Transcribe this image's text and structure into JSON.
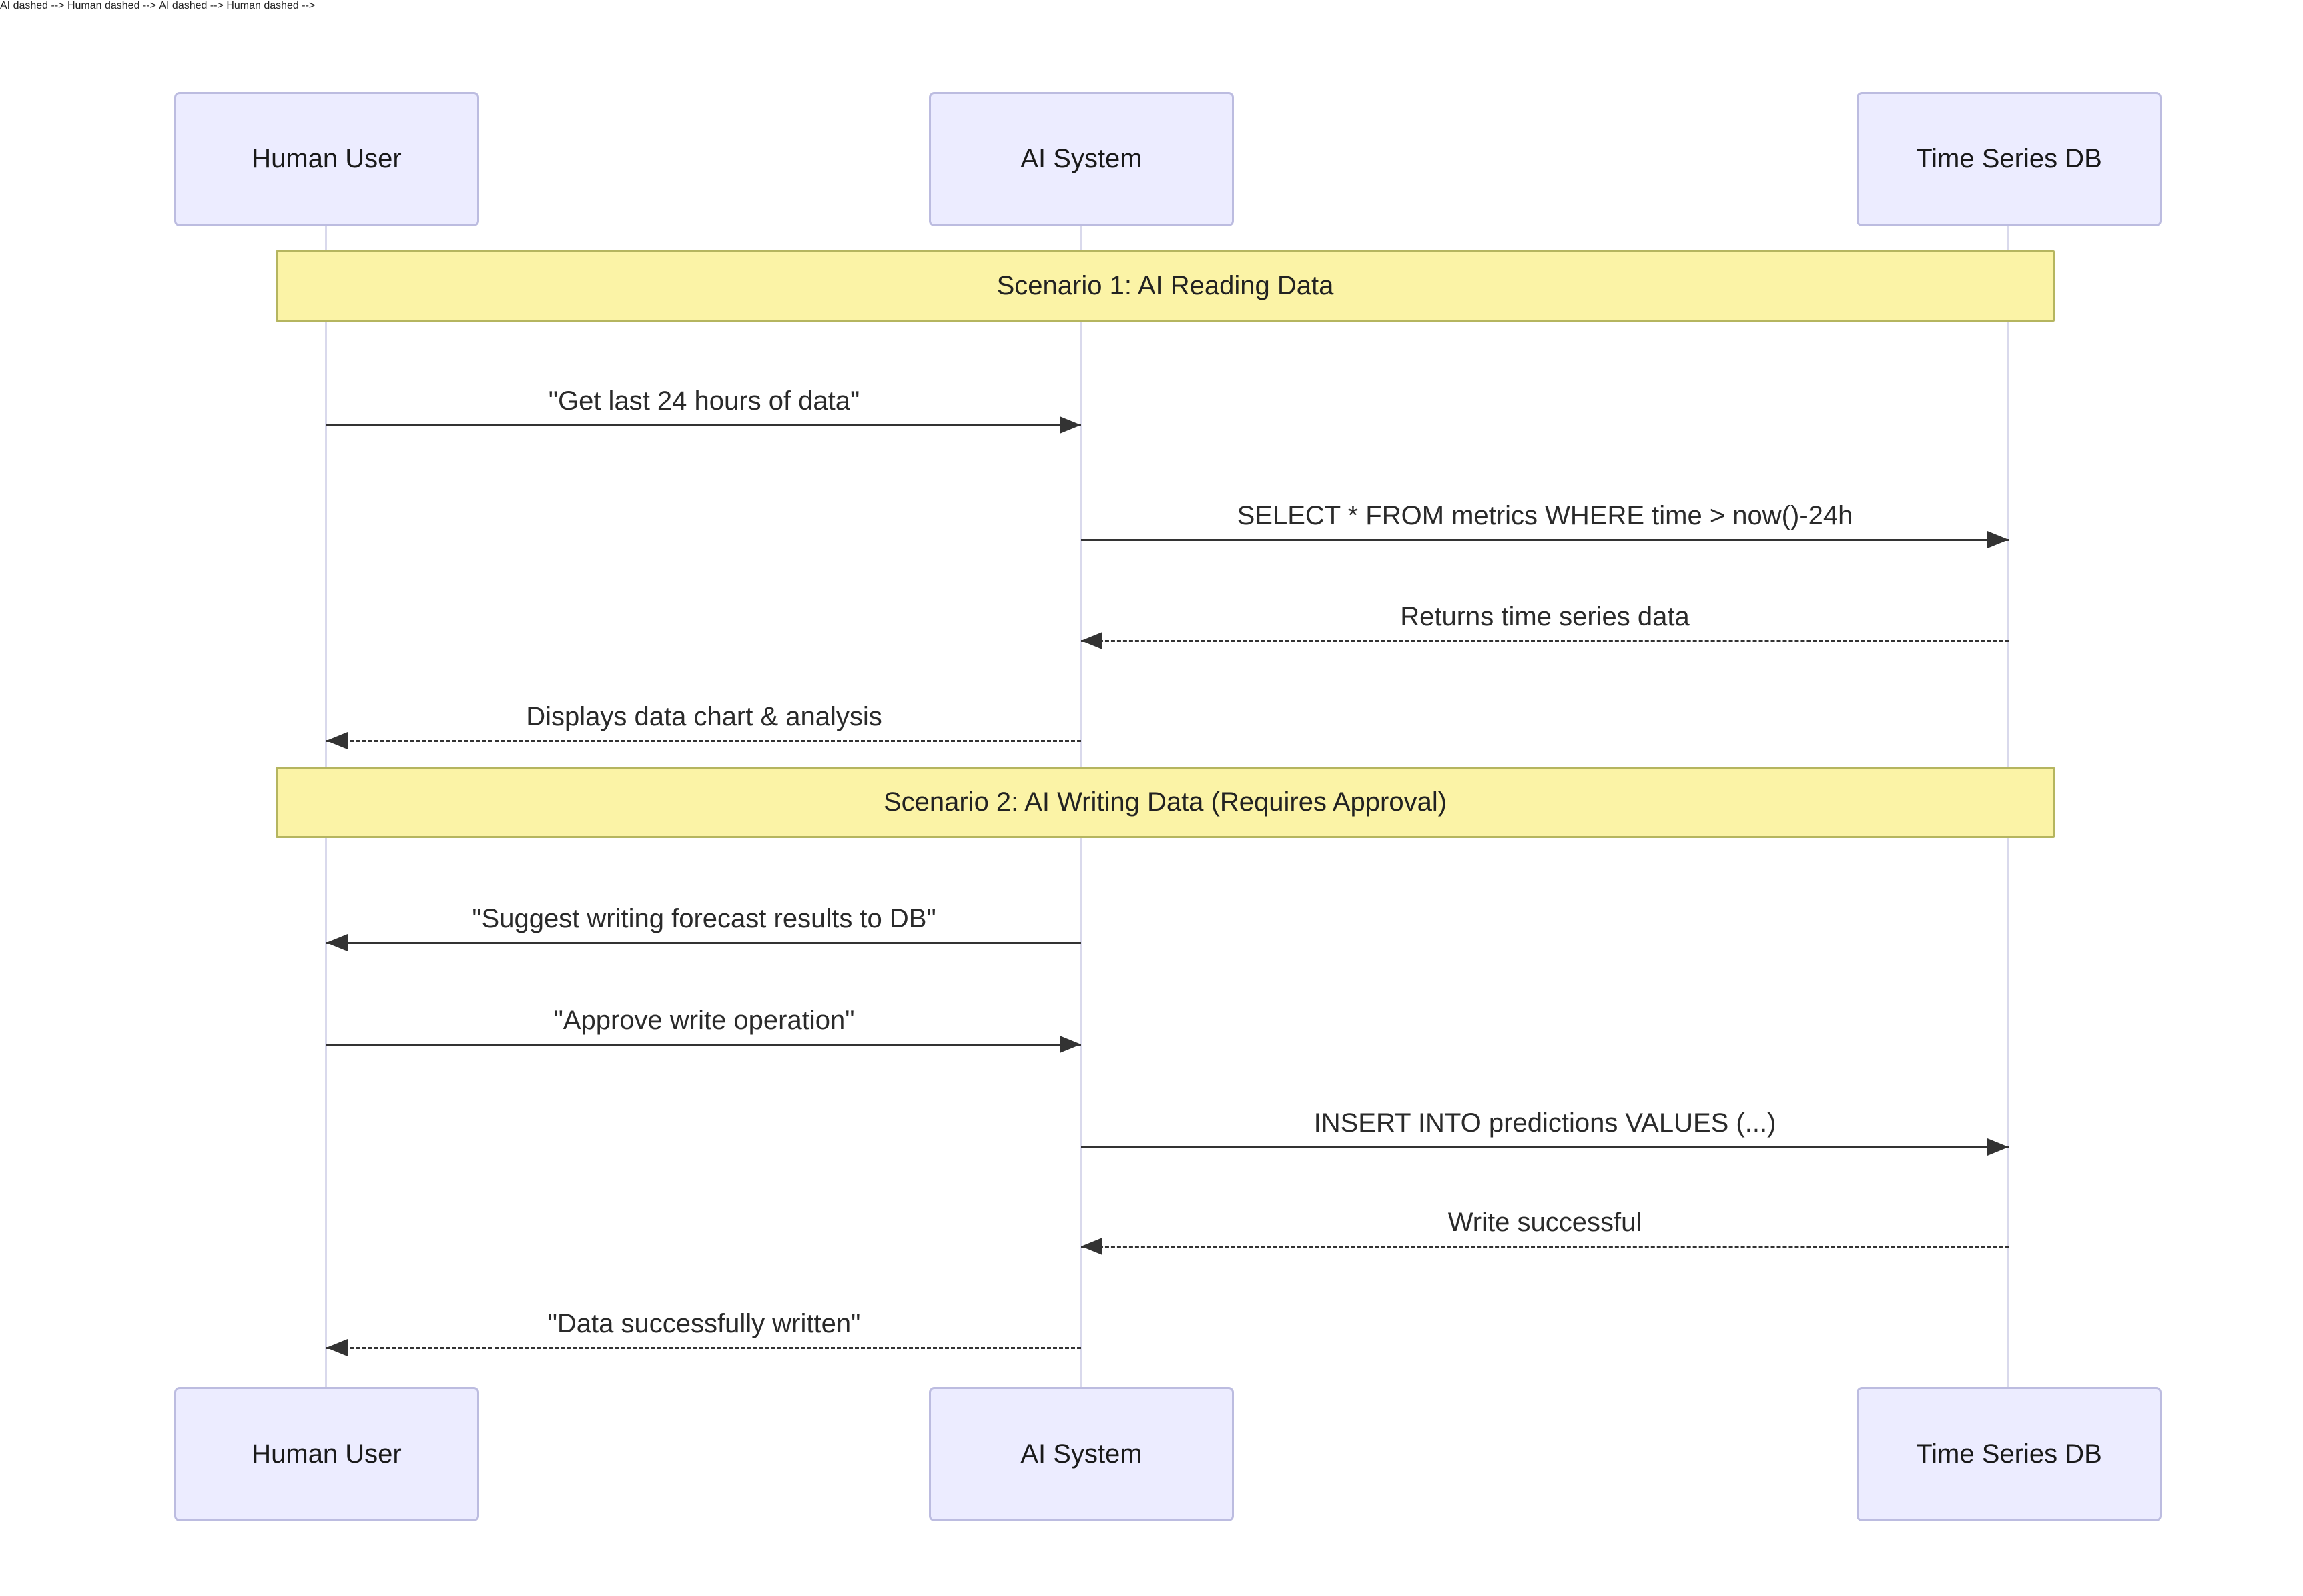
{
  "diagram": {
    "type": "sequence-diagram",
    "actors": [
      {
        "id": "human",
        "label": "Human User"
      },
      {
        "id": "ai",
        "label": "AI System"
      },
      {
        "id": "db",
        "label": "Time Series DB"
      }
    ],
    "sections": [
      {
        "label": "Scenario 1: AI Reading Data"
      },
      {
        "label": "Scenario 2: AI Writing Data (Requires Approval)"
      }
    ],
    "messages": [
      {
        "from": "Human User",
        "to": "AI System",
        "label": "\"Get last 24 hours of data\"",
        "style": "solid"
      },
      {
        "from": "AI System",
        "to": "Time Series DB",
        "label": "SELECT * FROM metrics WHERE time > now()-24h",
        "style": "solid"
      },
      {
        "from": "Time Series DB",
        "to": "AI System",
        "label": "Returns time series data",
        "style": "dashed"
      },
      {
        "from": "AI System",
        "to": "Human User",
        "label": "Displays data chart & analysis",
        "style": "dashed"
      },
      {
        "from": "AI System",
        "to": "Human User",
        "label": "\"Suggest writing forecast results to DB\"",
        "style": "solid"
      },
      {
        "from": "Human User",
        "to": "AI System",
        "label": "\"Approve write operation\"",
        "style": "solid"
      },
      {
        "from": "AI System",
        "to": "Time Series DB",
        "label": "INSERT INTO predictions VALUES (...)",
        "style": "solid"
      },
      {
        "from": "Time Series DB",
        "to": "AI System",
        "label": "Write successful",
        "style": "dashed"
      },
      {
        "from": "AI System",
        "to": "Human User",
        "label": "\"Data successfully written\"",
        "style": "dashed"
      }
    ],
    "colors": {
      "actor_fill": "#ECECFF",
      "actor_border": "#bcbce0",
      "banner_fill": "#fbf3a6",
      "banner_border": "#b5b55f",
      "arrow": "#333333",
      "lifeline": "#d9d9ec"
    }
  }
}
